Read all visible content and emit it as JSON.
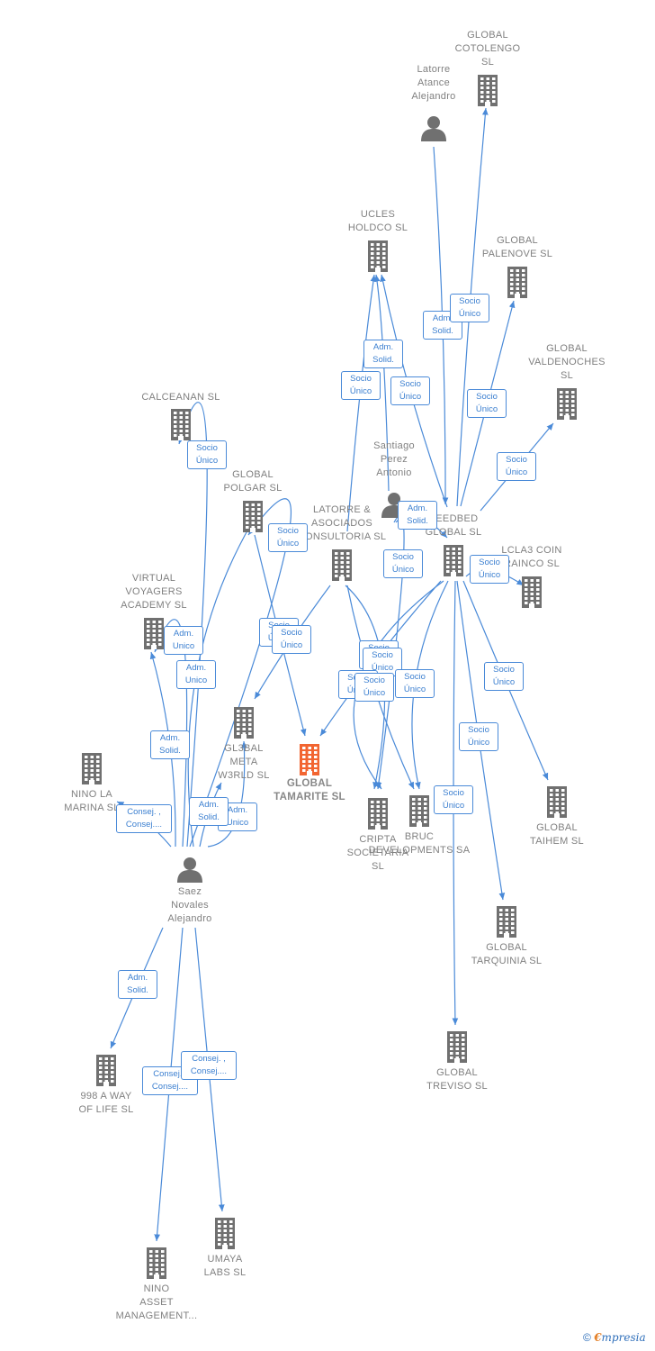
{
  "colors": {
    "building": "#707070",
    "focus_building": "#f26531",
    "edge": "#4a8ad8",
    "badge_text": "#3b7fd0",
    "label": "#808080"
  },
  "nodes": [
    {
      "id": "cotolengo",
      "type": "company",
      "label": "GLOBAL\nCOTOLENGO\nSL"
    },
    {
      "id": "latorre_atance",
      "type": "person",
      "label": "Latorre\nAtance\nAlejandro"
    },
    {
      "id": "ucles",
      "type": "company",
      "label": "UCLES\nHOLDCO  SL"
    },
    {
      "id": "palenove",
      "type": "company",
      "label": "GLOBAL\nPALENOVE  SL"
    },
    {
      "id": "valdenoches",
      "type": "company",
      "label": "GLOBAL\nVALDENOCHES\nSL"
    },
    {
      "id": "calceanan",
      "type": "company",
      "label": "CALCEANAN SL"
    },
    {
      "id": "santiago",
      "type": "person",
      "label": "Santiago\nPerez\nAntonio"
    },
    {
      "id": "polgar",
      "type": "company",
      "label": "GLOBAL\nPOLGAR  SL"
    },
    {
      "id": "latorre_asoc",
      "type": "company",
      "label": "LATORRE &\nASOCIADOS\nCONSULTORIA SL"
    },
    {
      "id": "seedbed",
      "type": "company",
      "label": "SEEDBED\nGLOBAL  SL"
    },
    {
      "id": "lcla3",
      "type": "company",
      "label": "LCLA3 COIN\nRAINCO  SL"
    },
    {
      "id": "virtual",
      "type": "company",
      "label": "VIRTUAL\nVOYAGERS\nACADEMY  SL"
    },
    {
      "id": "gl3bal",
      "type": "company",
      "label": "GL3BAL\nMETA\nW3RLD  SL"
    },
    {
      "id": "tamarite",
      "type": "focus",
      "label": "GLOBAL\nTAMARITE  SL"
    },
    {
      "id": "nino_marina",
      "type": "company",
      "label": "NINO LA\nMARINA  SL"
    },
    {
      "id": "cripta",
      "type": "company",
      "label": "CRIPTA\nSOCIETARIA\nSL"
    },
    {
      "id": "bruc",
      "type": "company",
      "label": "BRUC\nDEVELOPMENTS SA"
    },
    {
      "id": "taihem",
      "type": "company",
      "label": "GLOBAL\nTAIHEM SL"
    },
    {
      "id": "saez",
      "type": "person",
      "label": "Saez\nNovales\nAlejandro"
    },
    {
      "id": "tarquinia",
      "type": "company",
      "label": "GLOBAL\nTARQUINIA  SL"
    },
    {
      "id": "treviso",
      "type": "company",
      "label": "GLOBAL\nTREVISO  SL"
    },
    {
      "id": "way_of_life",
      "type": "company",
      "label": "998 A WAY\nOF LIFE  SL"
    },
    {
      "id": "umaya",
      "type": "company",
      "label": "UMAYA\nLABS  SL"
    },
    {
      "id": "nino_asset",
      "type": "company",
      "label": "NINO\nASSET\nMANAGEMENT..."
    }
  ],
  "edges": [
    {
      "from": "latorre_atance",
      "to": "seedbed",
      "label": "Adm.\nSolid."
    },
    {
      "from": "seedbed",
      "to": "cotolengo",
      "label": "Socio\nÚnico"
    },
    {
      "from": "latorre_asoc",
      "to": "ucles",
      "label": "Socio\nÚnico"
    },
    {
      "from": "santiago",
      "to": "ucles",
      "label": "Adm.\nSolid."
    },
    {
      "from": "seedbed",
      "to": "ucles",
      "label": "Socio\nÚnico"
    },
    {
      "from": "seedbed",
      "to": "palenove",
      "label": "Socio\nÚnico"
    },
    {
      "from": "seedbed",
      "to": "valdenoches",
      "label": "Socio\nÚnico"
    },
    {
      "from": "saez",
      "to": "calceanan",
      "label": "Socio\nÚnico"
    },
    {
      "from": "saez",
      "to": "polgar",
      "label": "Socio\nÚnico"
    },
    {
      "from": "polgar",
      "to": "tamarite",
      "label": "Socio\nÚnico"
    },
    {
      "from": "latorre_asoc",
      "to": "gl3bal",
      "label": "Socio\nÚnico"
    },
    {
      "from": "santiago",
      "to": "seedbed",
      "label": "Adm.\nSolid."
    },
    {
      "from": "santiago",
      "to": "cripta",
      "label": "Socio\nÚnico"
    },
    {
      "from": "seedbed",
      "to": "lcla3",
      "label": "Socio\nÚnico"
    },
    {
      "from": "saez",
      "to": "virtual",
      "label": "Adm.\nUnico"
    },
    {
      "from": "saez",
      "to": "gl3bal",
      "label": "Adm.\nUnico"
    },
    {
      "from": "saez",
      "to": "virtual",
      "label": "Adm.\nSolid."
    },
    {
      "from": "seedbed",
      "to": "tamarite",
      "label": "Socio\nÚnico"
    },
    {
      "from": "latorre_asoc",
      "to": "cripta",
      "label": "Socio\nÚnico"
    },
    {
      "from": "seedbed",
      "to": "cripta",
      "label": "Socio\nÚnico"
    },
    {
      "from": "latorre_asoc",
      "to": "bruc",
      "label": "Socio\nÚnico"
    },
    {
      "from": "seedbed",
      "to": "bruc",
      "label": "Socio\nÚnico"
    },
    {
      "from": "seedbed",
      "to": "taihem",
      "label": "Socio\nÚnico"
    },
    {
      "from": "saez",
      "to": "nino_marina",
      "label": "Consej. ,\nConsej...."
    },
    {
      "from": "saez",
      "to": "gl3bal",
      "label": "Adm.\nSolid."
    },
    {
      "from": "saez",
      "to": "polgar",
      "label": "Adm.\nUnico"
    },
    {
      "from": "seedbed",
      "to": "tarquinia",
      "label": "Socio\nÚnico"
    },
    {
      "from": "seedbed",
      "to": "treviso",
      "label": "Socio\nÚnico"
    },
    {
      "from": "saez",
      "to": "way_of_life",
      "label": "Adm.\nSolid."
    },
    {
      "from": "saez",
      "to": "nino_asset",
      "label": "Consej. ,\nConsej...."
    },
    {
      "from": "saez",
      "to": "umaya",
      "label": "Consej. ,\nConsej...."
    }
  ],
  "footer": {
    "copyright": "©",
    "brand_e": "€",
    "brand_rest": "mpresia"
  }
}
